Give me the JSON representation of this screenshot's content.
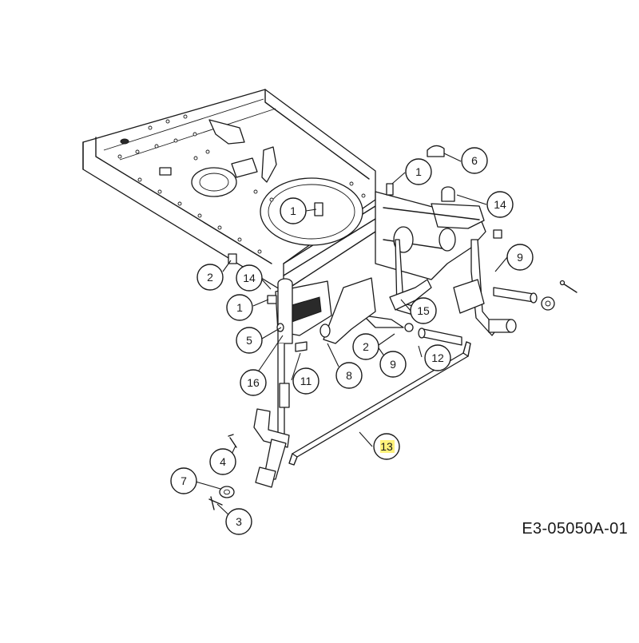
{
  "drawing": {
    "code": "E3-05050A-01",
    "highlight_color": "#fff27a",
    "line_color": "#1a1a1a",
    "callouts": [
      {
        "id": "c1a",
        "label": "1"
      },
      {
        "id": "c6",
        "label": "6"
      },
      {
        "id": "c14a",
        "label": "14"
      },
      {
        "id": "c1b",
        "label": "1"
      },
      {
        "id": "c9a",
        "label": "9"
      },
      {
        "id": "c2a",
        "label": "2"
      },
      {
        "id": "c14b",
        "label": "14"
      },
      {
        "id": "c1c",
        "label": "1"
      },
      {
        "id": "c15",
        "label": "15"
      },
      {
        "id": "c5",
        "label": "5"
      },
      {
        "id": "c2b",
        "label": "2"
      },
      {
        "id": "c9b",
        "label": "9"
      },
      {
        "id": "c12",
        "label": "12"
      },
      {
        "id": "c8",
        "label": "8"
      },
      {
        "id": "c16",
        "label": "16"
      },
      {
        "id": "c11",
        "label": "11"
      },
      {
        "id": "c13",
        "label": "13",
        "highlighted": true
      },
      {
        "id": "c4",
        "label": "4"
      },
      {
        "id": "c7",
        "label": "7"
      },
      {
        "id": "c3",
        "label": "3"
      }
    ]
  }
}
